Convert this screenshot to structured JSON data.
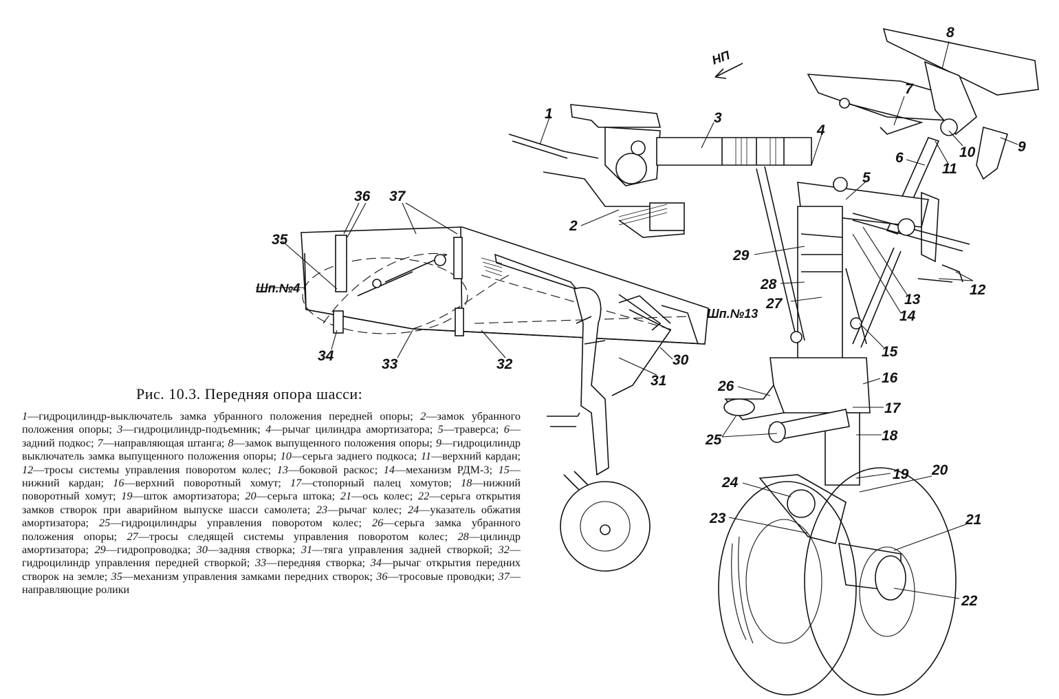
{
  "figure": {
    "caption": "Рис. 10.3. Передняя опора шасси:",
    "direction_label": "НП",
    "frame_labels": [
      "Шп.№4",
      "Шп.№13"
    ],
    "callouts": [
      "1",
      "2",
      "3",
      "4",
      "5",
      "6",
      "7",
      "8",
      "9",
      "10",
      "11",
      "12",
      "13",
      "14",
      "15",
      "16",
      "17",
      "18",
      "19",
      "20",
      "21",
      "22",
      "23",
      "24",
      "25",
      "26",
      "27",
      "28",
      "29",
      "30",
      "31",
      "32",
      "33",
      "34",
      "35",
      "36",
      "37"
    ]
  },
  "legend": [
    {
      "num": "1",
      "text": "гидроцилиндр-выключатель замка убранного положения передней опоры;"
    },
    {
      "num": "2",
      "text": "замок убранного положения опоры;"
    },
    {
      "num": "3",
      "text": "гидроцилиндр-подъемник;"
    },
    {
      "num": "4",
      "text": "рычаг цилиндра амортизатора;"
    },
    {
      "num": "5",
      "text": "траверса;"
    },
    {
      "num": "6",
      "text": "задний подкос;"
    },
    {
      "num": "7",
      "text": "направляющая штанга;"
    },
    {
      "num": "8",
      "text": "замок выпущенного положения опоры;"
    },
    {
      "num": "9",
      "text": "гидроцилиндр выключатель замка выпущенного положения опоры;"
    },
    {
      "num": "10",
      "text": "серьга заднего подкоса;"
    },
    {
      "num": "11",
      "text": "верхний кардан;"
    },
    {
      "num": "12",
      "text": "тросы системы управления поворотом колес;"
    },
    {
      "num": "13",
      "text": "боковой раскос;"
    },
    {
      "num": "14",
      "text": "механизм РДМ-3;"
    },
    {
      "num": "15",
      "text": "нижний кардан;"
    },
    {
      "num": "16",
      "text": "верхний поворотный хомут;"
    },
    {
      "num": "17",
      "text": "стопорный палец хомутов;"
    },
    {
      "num": "18",
      "text": "нижний поворотный хомут;"
    },
    {
      "num": "19",
      "text": "шток амортизатора;"
    },
    {
      "num": "20",
      "text": "серьга штока;"
    },
    {
      "num": "21",
      "text": "ось колес;"
    },
    {
      "num": "22",
      "text": "серьга открытия замков створок при аварийном выпуске шасси самолета;"
    },
    {
      "num": "23",
      "text": "рычаг колес;"
    },
    {
      "num": "24",
      "text": "указатель обжатия амортизатора;"
    },
    {
      "num": "25",
      "text": "гидроцилиндры управления поворотом колес;"
    },
    {
      "num": "26",
      "text": "серьга замка убранного положения опоры;"
    },
    {
      "num": "27",
      "text": "тросы следящей системы управления поворотом колес;"
    },
    {
      "num": "28",
      "text": "цилиндр амортизатора;"
    },
    {
      "num": "29",
      "text": "гидропроводка;"
    },
    {
      "num": "30",
      "text": "задняя створка;"
    },
    {
      "num": "31",
      "text": "тяга управления задней створкой;"
    },
    {
      "num": "32",
      "text": "гидроцилиндр управления передней створкой;"
    },
    {
      "num": "33",
      "text": "передняя створка;"
    },
    {
      "num": "34",
      "text": "рычаг открытия передних створок на земле;"
    },
    {
      "num": "35",
      "text": "механизм управления замками передних створок;"
    },
    {
      "num": "36",
      "text": "тросовые проводки;"
    },
    {
      "num": "37",
      "text": "направляющие ролики"
    }
  ]
}
